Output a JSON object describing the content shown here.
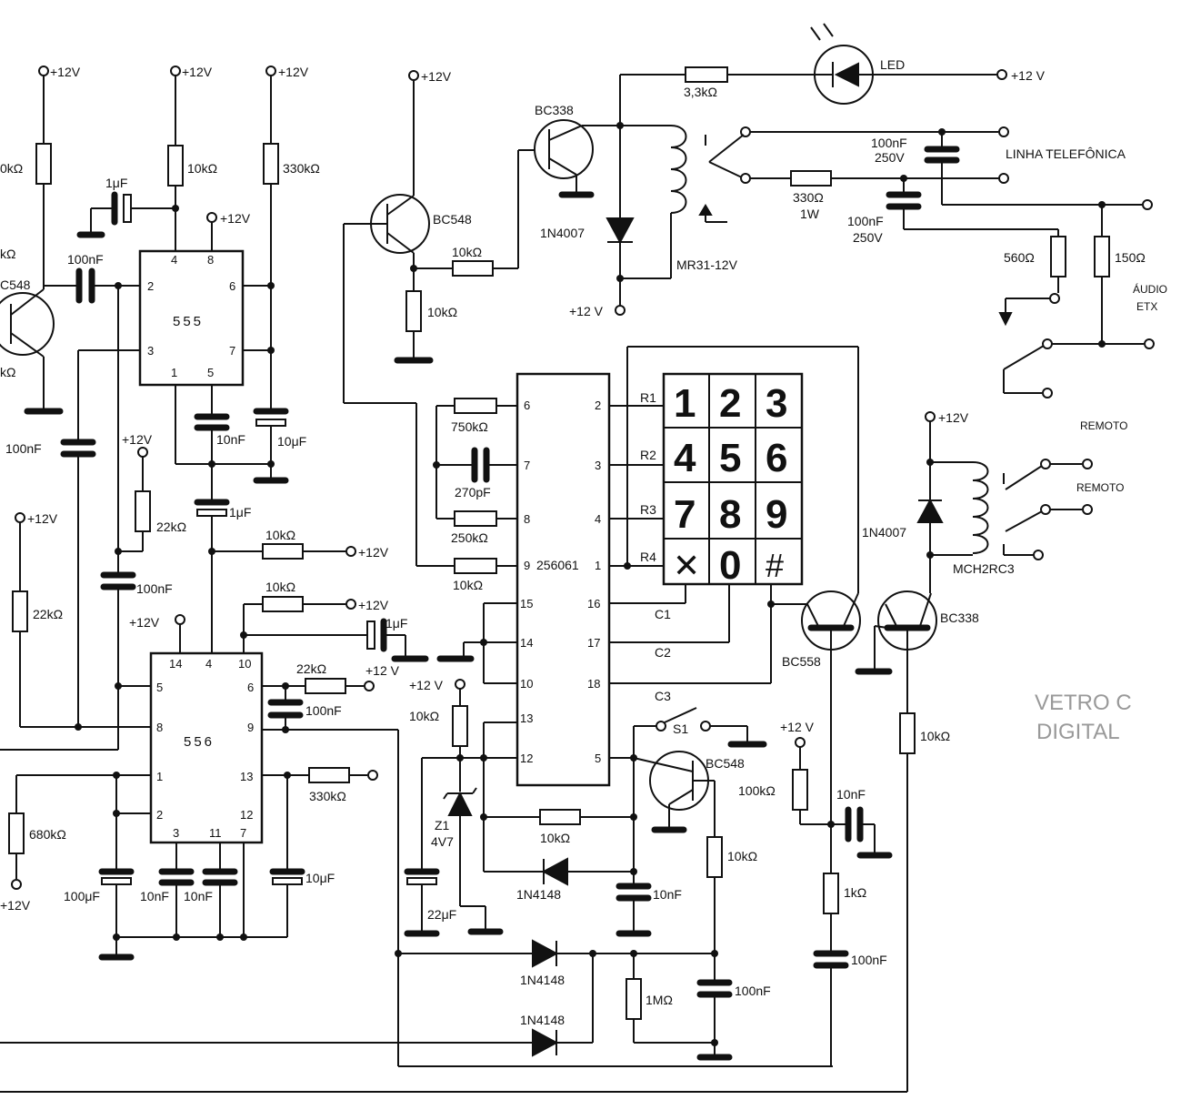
{
  "supply": {
    "p12v": "+12V",
    "p12v_spaced": "+12 V",
    "p12v_left": "+12V"
  },
  "ic555": {
    "name": "555",
    "pins": [
      "4",
      "8",
      "2",
      "6",
      "3",
      "7",
      "1",
      "5"
    ]
  },
  "ic556": {
    "name": "556",
    "pins": [
      "14",
      "4",
      "10",
      "5",
      "6",
      "8",
      "9",
      "1",
      "13",
      "2",
      "12",
      "3",
      "11",
      "7"
    ]
  },
  "ic256061": {
    "name": "256061",
    "pins": [
      "6",
      "7",
      "8",
      "9",
      "15",
      "14",
      "10",
      "13",
      "12",
      "2",
      "3",
      "4",
      "1",
      "16",
      "17",
      "18",
      "5"
    ]
  },
  "keypad": {
    "keys": [
      "1",
      "2",
      "3",
      "4",
      "5",
      "6",
      "7",
      "8",
      "9",
      "✕",
      "0",
      "#"
    ],
    "rows": [
      "R1",
      "R2",
      "R3",
      "R4"
    ],
    "cols": [
      "C1",
      "C2",
      "C3"
    ]
  },
  "resistors": {
    "r10k": "10kΩ",
    "r10k_left": "0kΩ",
    "r330k": "330kΩ",
    "r3_3k": "3,3kΩ",
    "r330": "330Ω",
    "r330_power": "1W",
    "r560": "560Ω",
    "r150": "150Ω",
    "r750k": "750kΩ",
    "r250k": "250kΩ",
    "r22k": "22kΩ",
    "r680k": "680kΩ",
    "r100k": "100kΩ",
    "r1k": "1kΩ",
    "r1m": "1MΩ",
    "r_bias_partial": "kΩ",
    "r_top_partial": "kΩ"
  },
  "capacitors": {
    "c1u": "1μF",
    "c100n": "100nF",
    "c10n": "10nF",
    "c10u": "10μF",
    "c270p": "270pF",
    "c100u": "100μF",
    "c22u": "22μF",
    "c_line_250v": "250V"
  },
  "semiconductors": {
    "bc338": "BC338",
    "bc548": "BC548",
    "bc548_partial": "C548",
    "bc558": "BC558",
    "d1n4007": "1N4007",
    "d1n4148": "1N4148",
    "zener_name": "Z1",
    "zener_value": "4V7",
    "led": "LED"
  },
  "relays": {
    "mr31": "MR31-12V",
    "mch2rc3": "MCH2RC3"
  },
  "labels": {
    "linha": "LINHA TELEFÔNICA",
    "audio": "ÁUDIO",
    "etx": "ETX",
    "remoto": "REMOTO",
    "switch": "S1"
  },
  "background_text": [
    "VETRO C",
    "DIGITAL"
  ]
}
